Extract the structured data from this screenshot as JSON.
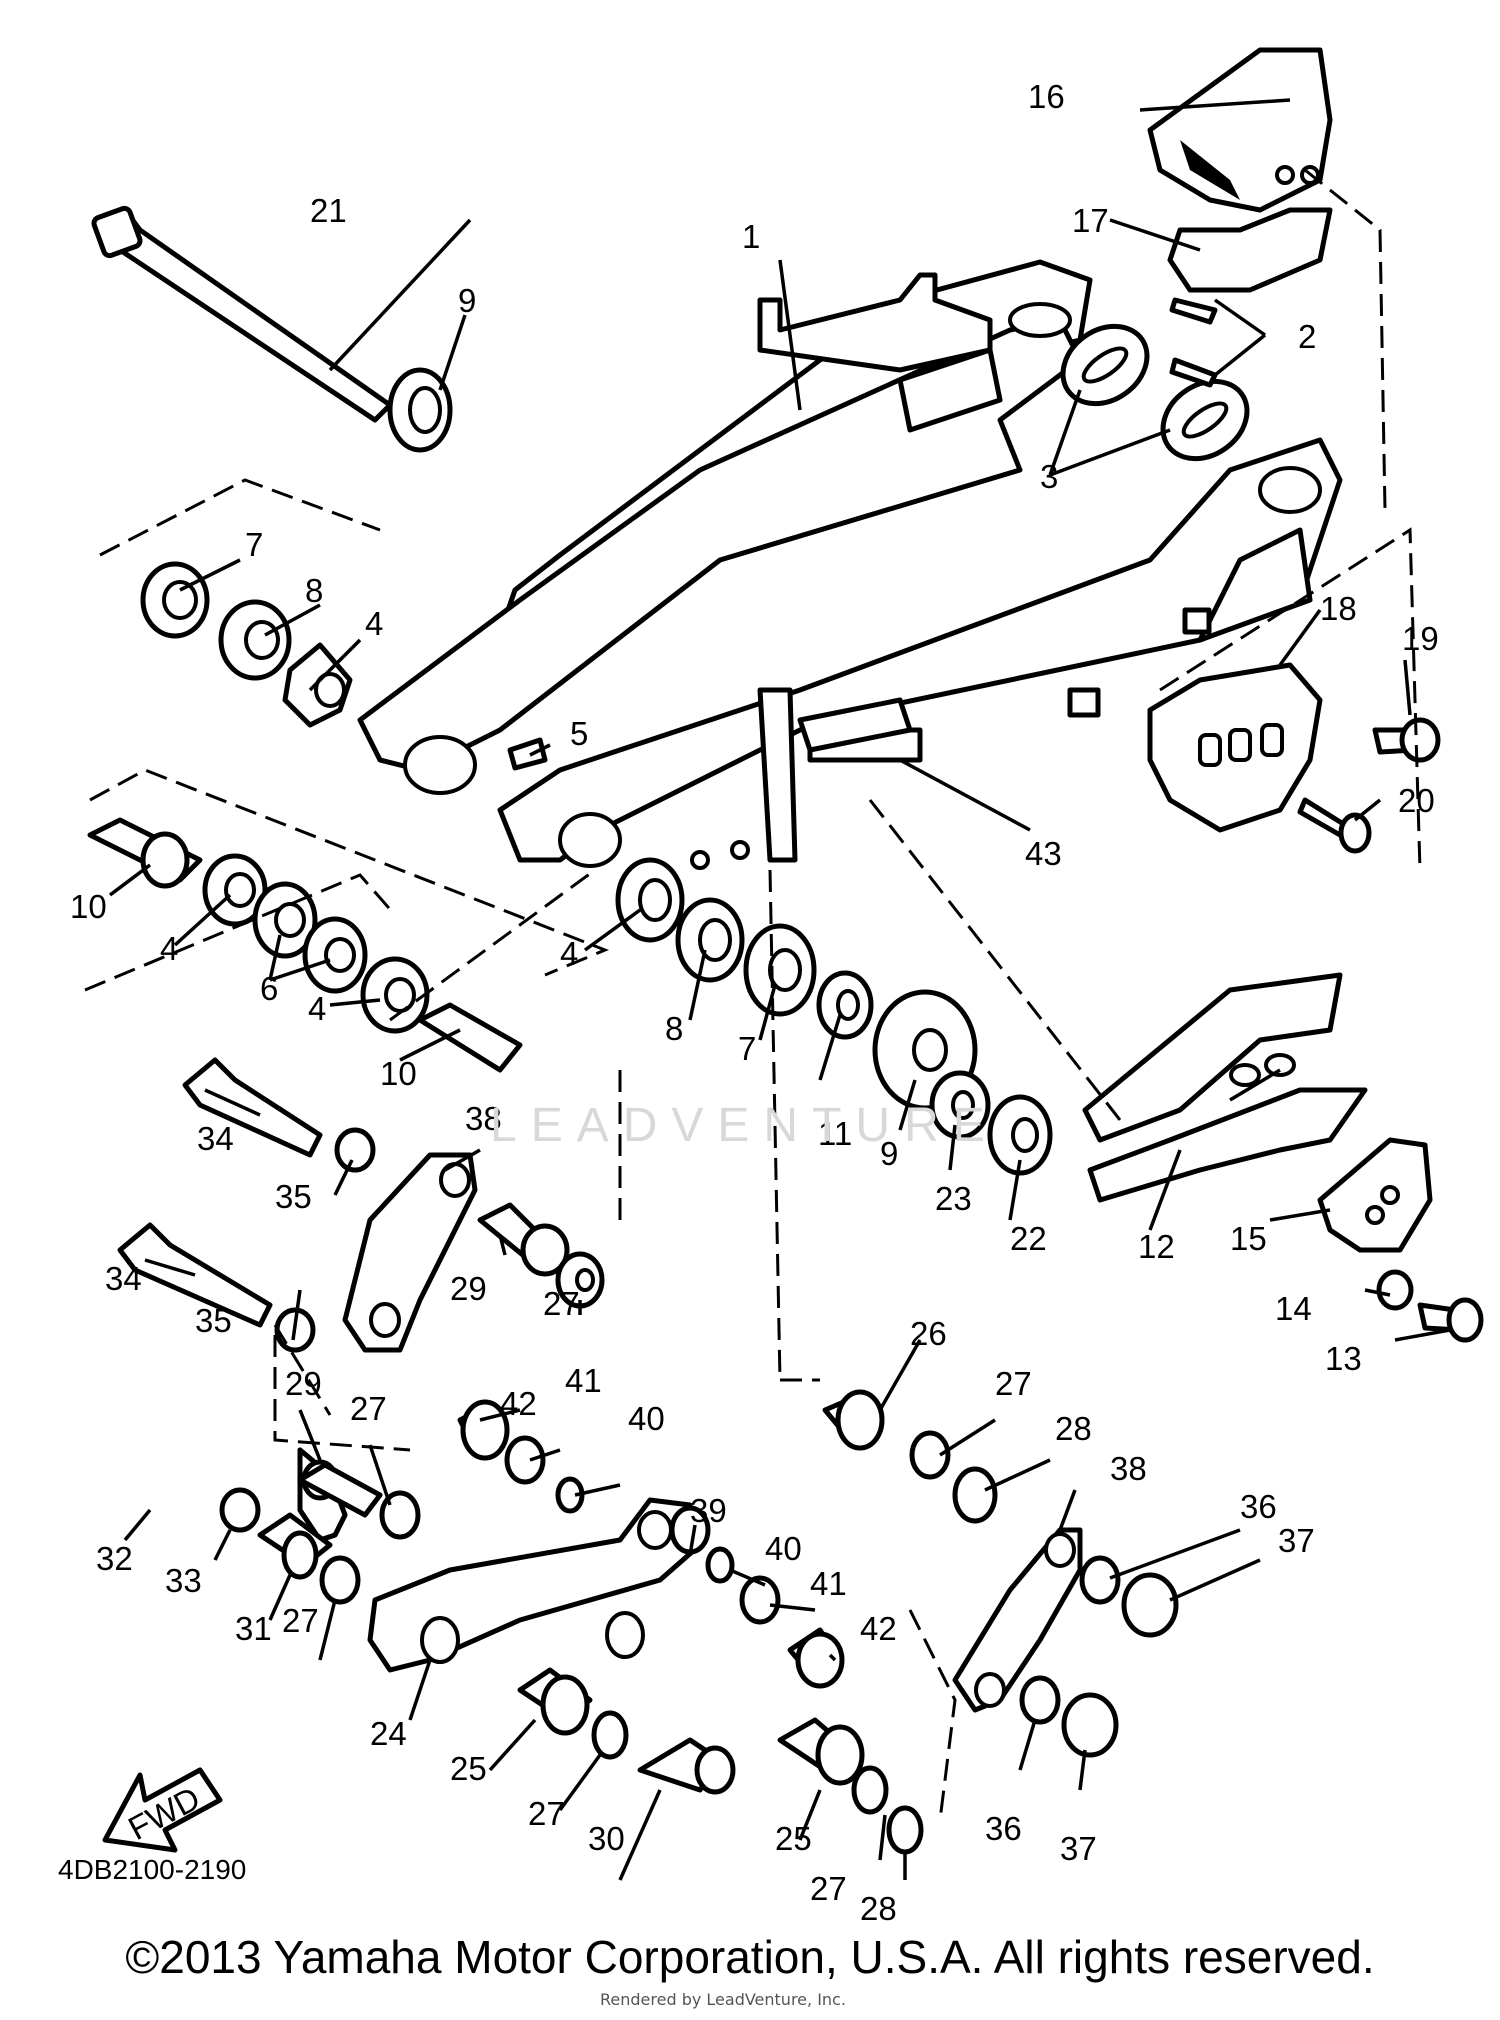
{
  "diagram": {
    "code": "4DB2100-2190",
    "fwd_label": "FWD",
    "watermark": "LEADVENTURE",
    "copyright": "©2013 Yamaha Motor Corporation, U.S.A. All rights reserved.",
    "render_credit": "Rendered by LeadVenture, Inc.",
    "callouts": [
      "1",
      "2",
      "3",
      "4",
      "4",
      "4",
      "4",
      "5",
      "6",
      "7",
      "7",
      "8",
      "8",
      "9",
      "9",
      "10",
      "10",
      "11",
      "12",
      "13",
      "14",
      "15",
      "16",
      "17",
      "18",
      "19",
      "20",
      "21",
      "22",
      "23",
      "24",
      "25",
      "25",
      "26",
      "27",
      "27",
      "27",
      "27",
      "27",
      "27",
      "28",
      "28",
      "29",
      "29",
      "30",
      "31",
      "32",
      "33",
      "34",
      "34",
      "35",
      "35",
      "36",
      "36",
      "37",
      "37",
      "38",
      "38",
      "39",
      "40",
      "40",
      "41",
      "41",
      "42",
      "42",
      "43"
    ]
  }
}
